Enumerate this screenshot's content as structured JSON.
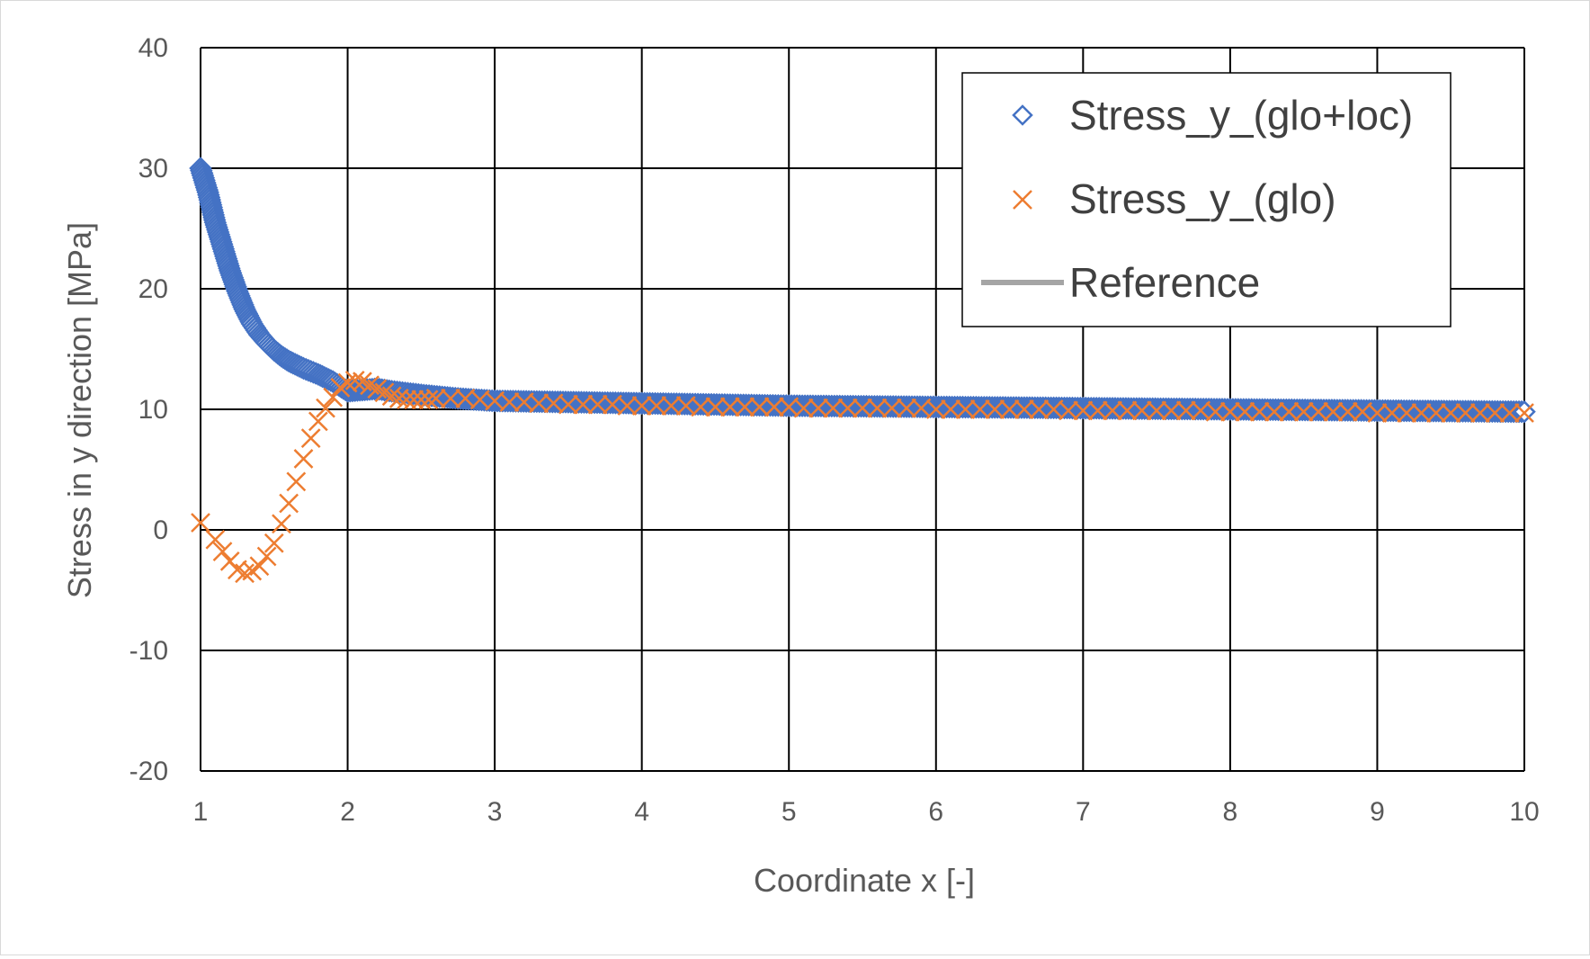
{
  "chart_data": {
    "type": "scatter",
    "title": "",
    "xlabel": "Coordinate x [-]",
    "ylabel": "Stress in y direction [MPa]",
    "xlim": [
      1,
      10
    ],
    "ylim": [
      -20,
      40
    ],
    "xticks": [
      1,
      2,
      3,
      4,
      5,
      6,
      7,
      8,
      9,
      10
    ],
    "yticks": [
      -20,
      -10,
      0,
      10,
      20,
      30,
      40
    ],
    "grid": true,
    "legend_position": "top-right",
    "series": [
      {
        "name": "Stress_y_(glo+loc)",
        "marker": "diamond",
        "color": "#4472C4",
        "x": [
          1.0,
          1.05,
          1.1,
          1.15,
          1.2,
          1.25,
          1.3,
          1.35,
          1.4,
          1.45,
          1.5,
          1.55,
          1.6,
          1.7,
          1.8,
          1.9,
          2.0,
          2.1,
          2.2,
          2.3,
          2.5,
          2.75,
          3.0,
          3.5,
          4.0,
          5.0,
          6.0,
          7.0,
          8.0,
          9.0,
          10.0
        ],
        "y": [
          30.0,
          28.0,
          25.5,
          23.5,
          21.5,
          19.8,
          18.3,
          17.1,
          16.2,
          15.5,
          14.9,
          14.4,
          14.0,
          13.4,
          12.9,
          12.3,
          11.5,
          11.6,
          11.7,
          11.5,
          11.2,
          10.9,
          10.7,
          10.6,
          10.5,
          10.3,
          10.2,
          10.1,
          10.0,
          9.9,
          9.8
        ]
      },
      {
        "name": "Stress_y_(glo)",
        "marker": "x",
        "color": "#ED7D31",
        "x": [
          1.0,
          1.1,
          1.15,
          1.2,
          1.25,
          1.3,
          1.35,
          1.4,
          1.45,
          1.5,
          1.55,
          1.6,
          1.65,
          1.7,
          1.75,
          1.8,
          1.85,
          1.9,
          1.95,
          2.0,
          2.05,
          2.1,
          2.15,
          2.2,
          2.25,
          2.3,
          2.35,
          2.4,
          2.45,
          2.5,
          2.55,
          2.6,
          2.7,
          2.8,
          2.9,
          3.0,
          3.1,
          3.2,
          3.3,
          3.4,
          3.5,
          3.6,
          3.7,
          3.8,
          3.9,
          4.0,
          4.1,
          4.2,
          4.3,
          4.4,
          4.5,
          4.6,
          4.7,
          4.8,
          4.9,
          5.0,
          5.1,
          5.2,
          5.3,
          5.4,
          5.5,
          5.6,
          5.7,
          5.8,
          5.9,
          6.0,
          6.1,
          6.2,
          6.3,
          6.4,
          6.5,
          6.6,
          6.7,
          6.8,
          6.9,
          7.0,
          7.1,
          7.2,
          7.3,
          7.4,
          7.5,
          7.6,
          7.7,
          7.8,
          7.9,
          8.0,
          8.1,
          8.2,
          8.3,
          8.4,
          8.5,
          8.6,
          8.7,
          8.8,
          8.9,
          9.0,
          9.1,
          9.2,
          9.3,
          9.4,
          9.5,
          9.6,
          9.7,
          9.8,
          9.9,
          10.0
        ],
        "y": [
          0.6,
          -0.8,
          -1.8,
          -2.6,
          -3.3,
          -3.6,
          -3.4,
          -3.0,
          -2.2,
          -1.1,
          0.5,
          2.2,
          4.0,
          5.9,
          7.6,
          9.0,
          10.1,
          11.0,
          11.8,
          12.2,
          12.4,
          12.3,
          12.0,
          11.7,
          11.4,
          11.1,
          10.9,
          10.8,
          10.8,
          10.8,
          10.8,
          10.9,
          10.9,
          10.9,
          10.8,
          10.7,
          10.6,
          10.6,
          10.5,
          10.5,
          10.4,
          10.4,
          10.4,
          10.4,
          10.3,
          10.3,
          10.3,
          10.3,
          10.3,
          10.2,
          10.2,
          10.2,
          10.2,
          10.2,
          10.2,
          10.2,
          10.1,
          10.1,
          10.1,
          10.1,
          10.1,
          10.1,
          10.1,
          10.1,
          10.1,
          10.0,
          10.0,
          10.0,
          10.0,
          10.0,
          10.0,
          10.0,
          10.0,
          10.0,
          9.9,
          9.9,
          9.9,
          9.9,
          9.9,
          9.9,
          9.9,
          9.9,
          9.9,
          9.9,
          9.8,
          9.8,
          9.8,
          9.8,
          9.8,
          9.8,
          9.8,
          9.8,
          9.8,
          9.8,
          9.8,
          9.7,
          9.7,
          9.7,
          9.7,
          9.7,
          9.7,
          9.7,
          9.7,
          9.7,
          9.7,
          9.7
        ]
      },
      {
        "name": "Reference",
        "marker": "none",
        "line": true,
        "color": "#A5A5A5",
        "x": [
          2.0,
          2.1,
          2.2,
          2.3,
          2.5,
          2.75,
          3.0
        ],
        "y": [
          11.5,
          11.6,
          11.7,
          11.5,
          11.2,
          10.9,
          10.7
        ]
      }
    ]
  }
}
